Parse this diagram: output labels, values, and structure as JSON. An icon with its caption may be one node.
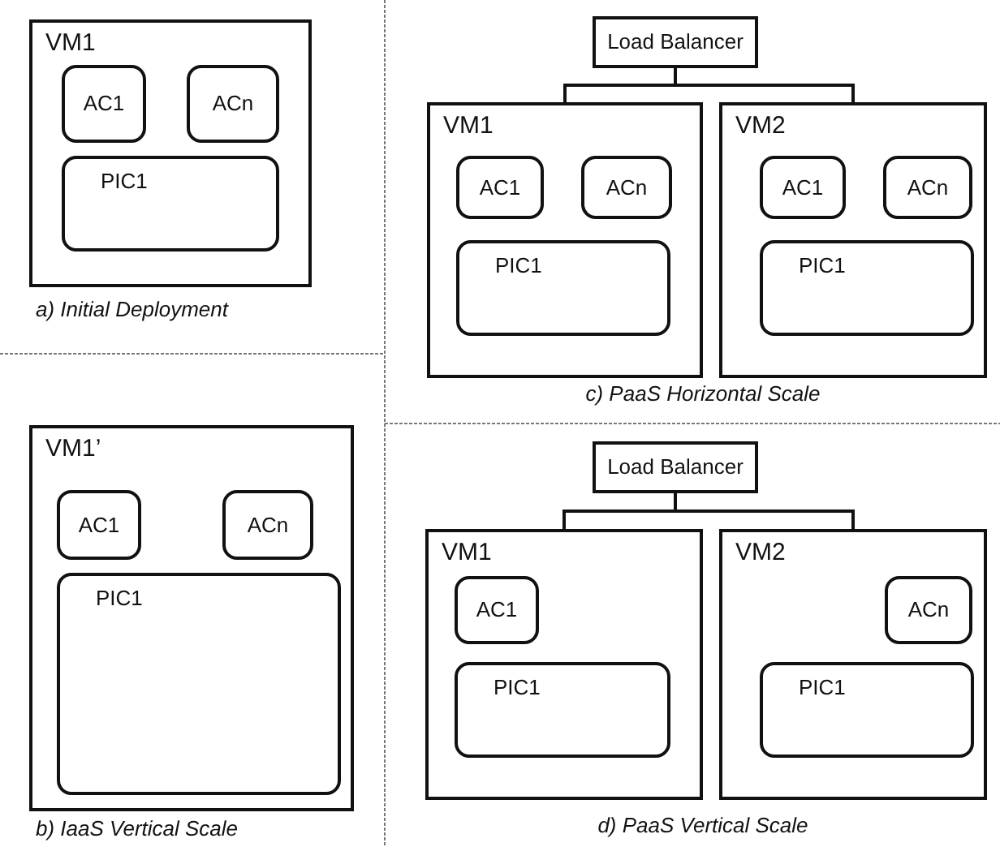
{
  "diagram": {
    "nodes": [
      {
        "text": [
          "VM1"
        ]
      },
      {
        "text": [
          "AC1"
        ],
        "in": 0
      },
      {
        "text": [
          "ACn"
        ],
        "in": 0
      },
      {
        "text": [
          "PIC1"
        ],
        "in": 0
      },
      {
        "text": [
          "VM1’"
        ]
      },
      {
        "text": [
          "AC1"
        ],
        "in": 4
      },
      {
        "text": [
          "ACn"
        ],
        "in": 4
      },
      {
        "text": [
          "PIC1"
        ],
        "in": 4
      },
      {
        "text": [
          "Load Balancer"
        ]
      },
      {
        "text": [
          "VM1"
        ]
      },
      {
        "text": [
          "AC1"
        ],
        "in": 9
      },
      {
        "text": [
          "ACn"
        ],
        "in": 9
      },
      {
        "text": [
          "PIC1"
        ],
        "in": 9
      },
      {
        "text": [
          "VM2"
        ]
      },
      {
        "text": [
          "AC1"
        ],
        "in": 13
      },
      {
        "text": [
          "ACn"
        ],
        "in": 13
      },
      {
        "text": [
          "PIC1"
        ],
        "in": 13
      },
      {
        "text": [
          "Load Balancer"
        ]
      },
      {
        "text": [
          "VM1"
        ]
      },
      {
        "text": [
          "AC1"
        ],
        "in": 18
      },
      {
        "text": [
          "PIC1"
        ],
        "in": 18
      },
      {
        "text": [
          "VM2"
        ]
      },
      {
        "text": [
          "ACn"
        ],
        "in": 21
      },
      {
        "text": [
          "PIC1"
        ],
        "in": 21
      }
    ],
    "edges": [
      {
        "from": 8,
        "to": 9,
        "arrow": "none"
      },
      {
        "from": 8,
        "to": 13,
        "arrow": "none"
      },
      {
        "from": 17,
        "to": 18,
        "arrow": "none"
      },
      {
        "from": 17,
        "to": 21,
        "arrow": "none"
      }
    ],
    "labels": [
      "a) Initial Deployment",
      "b) IaaS Vertical Scale",
      "c) PaaS Horizontal Scale",
      "d) PaaS Vertical Scale"
    ]
  }
}
